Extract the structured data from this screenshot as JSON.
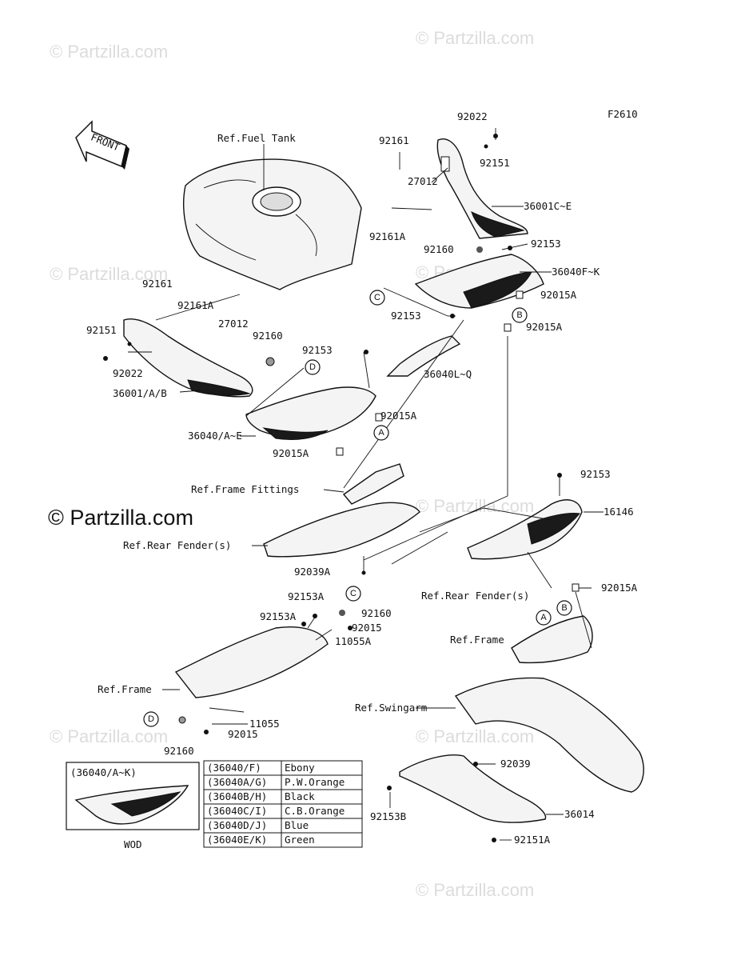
{
  "figure_code": "F2610",
  "front_label": "FRONT",
  "watermarks": [
    "© Partzilla.com",
    "© Partzilla.com",
    "© Partzilla.com",
    "© Partzilla.com",
    "© Partzilla.com",
    "© Partzilla.com",
    "© Partzilla.com",
    "© Partzilla.com"
  ],
  "main_watermark": "© Partzilla.com",
  "callouts": [
    "C",
    "B",
    "D",
    "A",
    "C",
    "A",
    "B",
    "D"
  ],
  "labels": {
    "ref_fuel_tank": "Ref.Fuel Tank",
    "p92022_top": "92022",
    "p92161_top": "92161",
    "p92151_top": "92151",
    "p27012_top": "27012",
    "p36001ce": "36001C~E",
    "p92161a_top": "92161A",
    "p92160_top": "92160",
    "p92153_top": "92153",
    "p36040fk": "36040F~K",
    "p92015a_1": "92015A",
    "p92153_mid": "92153",
    "p92015a_2": "92015A",
    "p92161_left": "92161",
    "p92161a_left": "92161A",
    "p27012_left": "27012",
    "p92160_left": "92160",
    "p92151_left": "92151",
    "p92022_left": "92022",
    "p36001ab": "36001/A/B",
    "p92153_c": "92153",
    "p36040lq": "36040L~Q",
    "p92015a_3": "92015A",
    "p36040ae": "36040/A~E",
    "p92015a_4": "92015A",
    "ref_frame_fittings": "Ref.Frame Fittings",
    "p92153_r": "92153",
    "p16146": "16146",
    "ref_rear_fender_l": "Ref.Rear Fender(s)",
    "p92039a": "92039A",
    "ref_rear_fender_r": "Ref.Rear Fender(s)",
    "p92015a_5": "92015A",
    "p92153a_1": "92153A",
    "p92153a_2": "92153A",
    "p92160_b": "92160",
    "p92015_b": "92015",
    "p11055a": "11055A",
    "ref_frame_r": "Ref.Frame",
    "ref_frame_l": "Ref.Frame",
    "ref_swingarm": "Ref.Swingarm",
    "p11055": "11055",
    "p92015_c": "92015",
    "p92160_c": "92160",
    "p92039": "92039",
    "p92153b": "92153B",
    "p36014": "36014",
    "p92151a": "92151A",
    "inset_title": "(36040/A~K)",
    "inset_caption": "WOD"
  },
  "color_table": [
    {
      "code": "(36040/F)",
      "color": "Ebony"
    },
    {
      "code": "(36040A/G)",
      "color": "P.W.Orange"
    },
    {
      "code": "(36040B/H)",
      "color": "Black"
    },
    {
      "code": "(36040C/I)",
      "color": "C.B.Orange"
    },
    {
      "code": "(36040D/J)",
      "color": "Blue"
    },
    {
      "code": "(36040E/K)",
      "color": "Green"
    }
  ]
}
